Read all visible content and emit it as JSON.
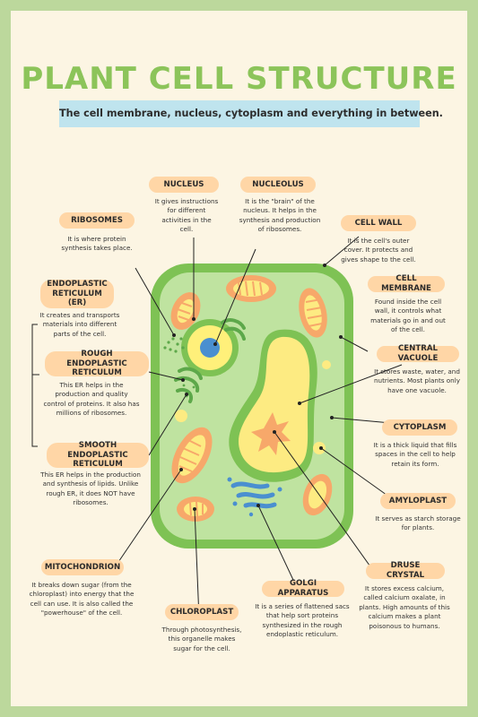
{
  "title": "PLANT CELL STRUCTURE",
  "subtitle": "The cell membrane, nucleus, cytoplasm and everything in between.",
  "parts": {
    "nucleus": {
      "label": "NUCLEUS",
      "desc": "It gives instructions for different activities in the cell."
    },
    "nucleolus": {
      "label": "NUCLEOLUS",
      "desc": "It is the \"brain\" of the nucleus. It helps in the synthesis and production of ribosomes."
    },
    "ribosomes": {
      "label": "RIBOSOMES",
      "desc": "It is where protein synthesis takes place."
    },
    "cell_wall": {
      "label": "CELL WALL",
      "desc": "It is the cell's outer cover. It protects and gives shape to the cell."
    },
    "endoplastic_reticulum": {
      "label": "ENDOPLASTIC RETICULUM (ER)",
      "desc": "It creates and transports materials into different parts of the cell."
    },
    "cell_membrane": {
      "label": "CELL MEMBRANE",
      "desc": "Found inside the cell wall, it controls what materials go in and out of the cell."
    },
    "rough_er": {
      "label": "ROUGH ENDOPLASTIC RETICULUM",
      "desc": "This ER helps in the production and quality control of proteins. It also has millions of ribosomes."
    },
    "central_vacuole": {
      "label": "CENTRAL VACUOLE",
      "desc": "It stores waste, water, and nutrients. Most plants only have one vacuole."
    },
    "cytoplasm": {
      "label": "CYTOPLASM",
      "desc": "It is a thick liquid that fills spaces in the cell to help retain its form."
    },
    "smooth_er": {
      "label": "SMOOTH ENDOPLASTIC RETICULUM",
      "desc": "This ER helps in the production and synthesis of lipids. Unlike rough ER, it does NOT have ribosomes."
    },
    "amyloplast": {
      "label": "AMYLOPLAST",
      "desc": "It serves as starch storage for plants."
    },
    "mitochondrion": {
      "label": "MITOCHONDRION",
      "desc": "It breaks down sugar (from the chloroplast) into energy that the cell can use. It is also called the \"powerhouse\" of the cell."
    },
    "druse_crystal": {
      "label": "DRUSE CRYSTAL",
      "desc": "It stores excess calcium, called calcium oxalate, in plants. High amounts of this calcium makes a plant poisonous to humans."
    },
    "golgi": {
      "label": "GOLGI APPARATUS",
      "desc": "It is a series of flattened sacs that help sort proteins synthesized in the rough endoplastic reticulum."
    },
    "chloroplast": {
      "label": "CHLOROPLAST",
      "desc": "Through photosynthesis, this organelle makes sugar for the cell."
    }
  },
  "colors": {
    "frame": "#bcd89c",
    "background": "#fcf5e3",
    "title": "#8cc45a",
    "subtitle_bg": "#bfe4ee",
    "tag_bg": "#ffd6a6",
    "cell_wall": "#7ec254",
    "cytoplasm": "#bfe3a0",
    "vacuole": "#fdeb82",
    "chloroplast": "#f7a86a",
    "nucleus": "#fff07a",
    "nucleolus": "#4a8fd0"
  }
}
